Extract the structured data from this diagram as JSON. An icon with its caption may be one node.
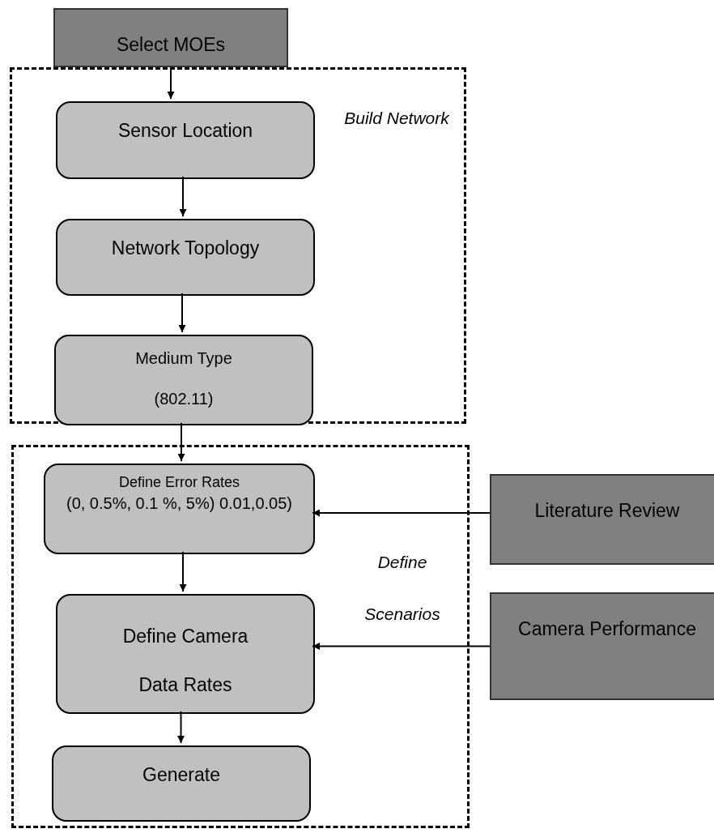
{
  "diagram": {
    "nodes": [
      {
        "text": [
          "Select MOEs"
        ]
      },
      {
        "text": [
          "Build Network"
        ]
      },
      {
        "text": [
          "Sensor Location"
        ],
        "in": 1
      },
      {
        "text": [
          "Network Topology"
        ],
        "in": 1
      },
      {
        "text": [
          "Medium Type",
          "(802.11)"
        ],
        "in": 1
      },
      {
        "text": [
          "Define Scenarios"
        ]
      },
      {
        "text": [
          "Define Error Rates",
          "(0, 0.5%, 0.1 %, 5%) 0.01,0.05)"
        ],
        "in": 5
      },
      {
        "text": [
          "Define Camera Data Rates"
        ],
        "in": 5
      },
      {
        "text": [
          "Generate"
        ],
        "in": 5
      },
      {
        "text": [
          "Literature Review"
        ]
      },
      {
        "text": [
          "Camera Performance"
        ]
      }
    ],
    "edges": [
      {
        "from": 0,
        "to": 2,
        "arrow": "to"
      },
      {
        "from": 2,
        "to": 3,
        "arrow": "to"
      },
      {
        "from": 3,
        "to": 4,
        "arrow": "to"
      },
      {
        "from": 4,
        "to": 6,
        "arrow": "to"
      },
      {
        "from": 6,
        "to": 7,
        "arrow": "to"
      },
      {
        "from": 7,
        "to": 8,
        "arrow": "to"
      },
      {
        "from": 9,
        "to": 6,
        "arrow": "to"
      },
      {
        "from": 10,
        "to": 7,
        "arrow": "to"
      }
    ]
  }
}
